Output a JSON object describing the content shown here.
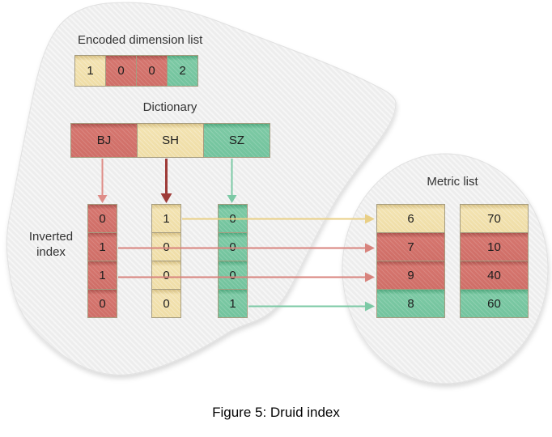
{
  "figure": {
    "caption": "Figure 5: Druid index"
  },
  "palette": {
    "tan": "#efdda6",
    "red": "#cf6e67",
    "green": "#72c39d",
    "shape_fill": "#ededed",
    "arrow_pink": "#df8d88",
    "arrow_dark_red": "#9e3b38",
    "arrow_green": "#7cc9a5",
    "arrow_yellow": "#e9cf85",
    "arrow_red": "#d8837d"
  },
  "encoded_dimension_list": {
    "label": "Encoded dimension list",
    "cells": [
      {
        "value": "1",
        "color": "tan"
      },
      {
        "value": "0",
        "color": "red"
      },
      {
        "value": "0",
        "color": "red"
      },
      {
        "value": "2",
        "color": "green"
      }
    ]
  },
  "dictionary": {
    "label": "Dictionary",
    "entries": [
      {
        "term": "BJ",
        "color": "red"
      },
      {
        "term": "SH",
        "color": "tan"
      },
      {
        "term": "SZ",
        "color": "green"
      }
    ]
  },
  "inverted_index": {
    "label_lines": [
      "Inverted",
      "index"
    ],
    "columns": [
      {
        "term": "BJ",
        "color": "red",
        "bits": [
          "0",
          "1",
          "1",
          "0"
        ]
      },
      {
        "term": "SH",
        "color": "tan",
        "bits": [
          "1",
          "0",
          "0",
          "0"
        ]
      },
      {
        "term": "SZ",
        "color": "green",
        "bits": [
          "0",
          "0",
          "0",
          "1"
        ]
      }
    ]
  },
  "metric_list": {
    "label": "Metric list",
    "columns": [
      {
        "cells": [
          {
            "value": "6",
            "color": "tan"
          },
          {
            "value": "7",
            "color": "red"
          },
          {
            "value": "9",
            "color": "red"
          },
          {
            "value": "8",
            "color": "green"
          }
        ]
      },
      {
        "cells": [
          {
            "value": "70",
            "color": "tan"
          },
          {
            "value": "10",
            "color": "red"
          },
          {
            "value": "40",
            "color": "red"
          },
          {
            "value": "60",
            "color": "green"
          }
        ]
      }
    ]
  },
  "arrows": {
    "dictionary_to_inverted": [
      {
        "from": "BJ",
        "color": "pink"
      },
      {
        "from": "SH",
        "color": "dark_red"
      },
      {
        "from": "SZ",
        "color": "green"
      }
    ],
    "inverted_to_metric": [
      {
        "row": 1,
        "color": "yellow"
      },
      {
        "row": 2,
        "color": "red"
      },
      {
        "row": 3,
        "color": "red"
      },
      {
        "row": 4,
        "color": "green"
      }
    ]
  }
}
